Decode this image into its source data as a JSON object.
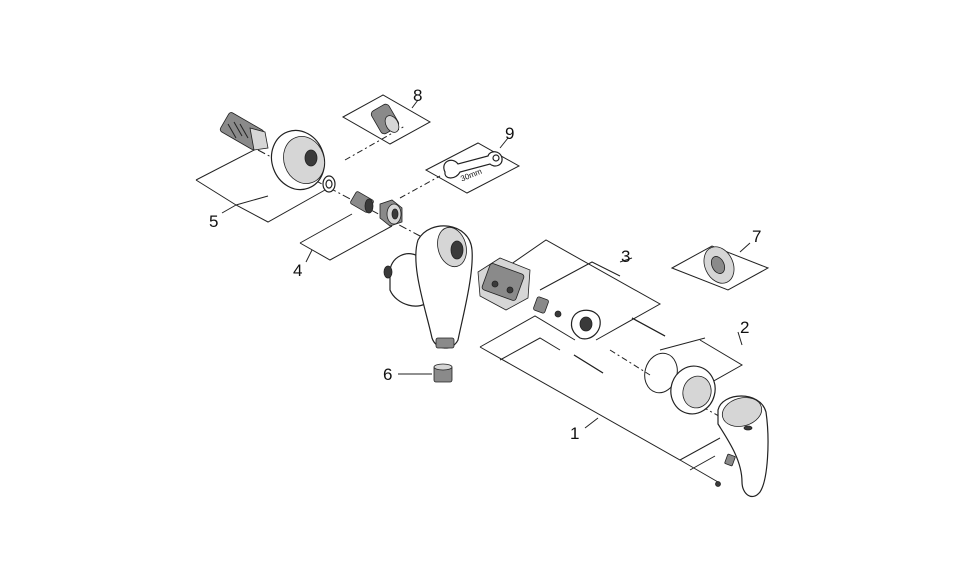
{
  "callouts": {
    "c1": "1",
    "c2": "2",
    "c3": "3",
    "c4": "4",
    "c5": "5",
    "c6": "6",
    "c7": "7",
    "c8": "8",
    "c9": "9"
  },
  "wrench_label": "30mm"
}
